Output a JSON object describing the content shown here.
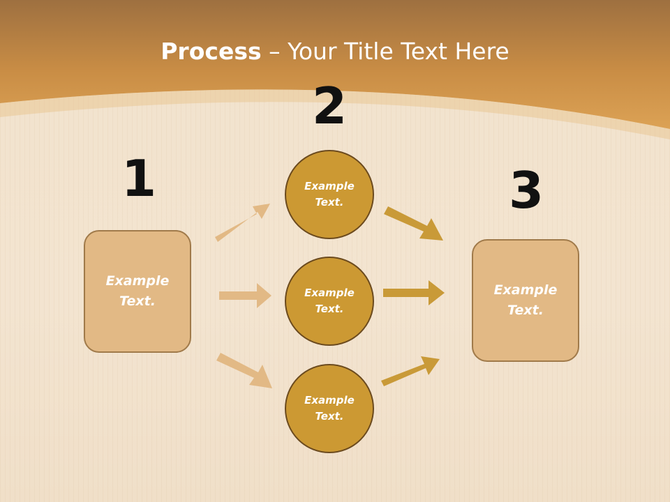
{
  "slide": {
    "title_bold": "Process",
    "title_rest": " – Your Title Text Here"
  },
  "steps": {
    "one": {
      "number": "1",
      "text": "Example\nText."
    },
    "two": {
      "number": "2",
      "circles": [
        {
          "text": "Example\nText."
        },
        {
          "text": "Example\nText."
        },
        {
          "text": "Example\nText."
        }
      ]
    },
    "three": {
      "number": "3",
      "text": "Example\nText."
    }
  },
  "colors": {
    "header": "#cf9444",
    "box_fill": "#e2b985",
    "circle_fill": "#cc9933",
    "arrow_light": "#e2b985",
    "arrow_dark": "#c99a38"
  }
}
